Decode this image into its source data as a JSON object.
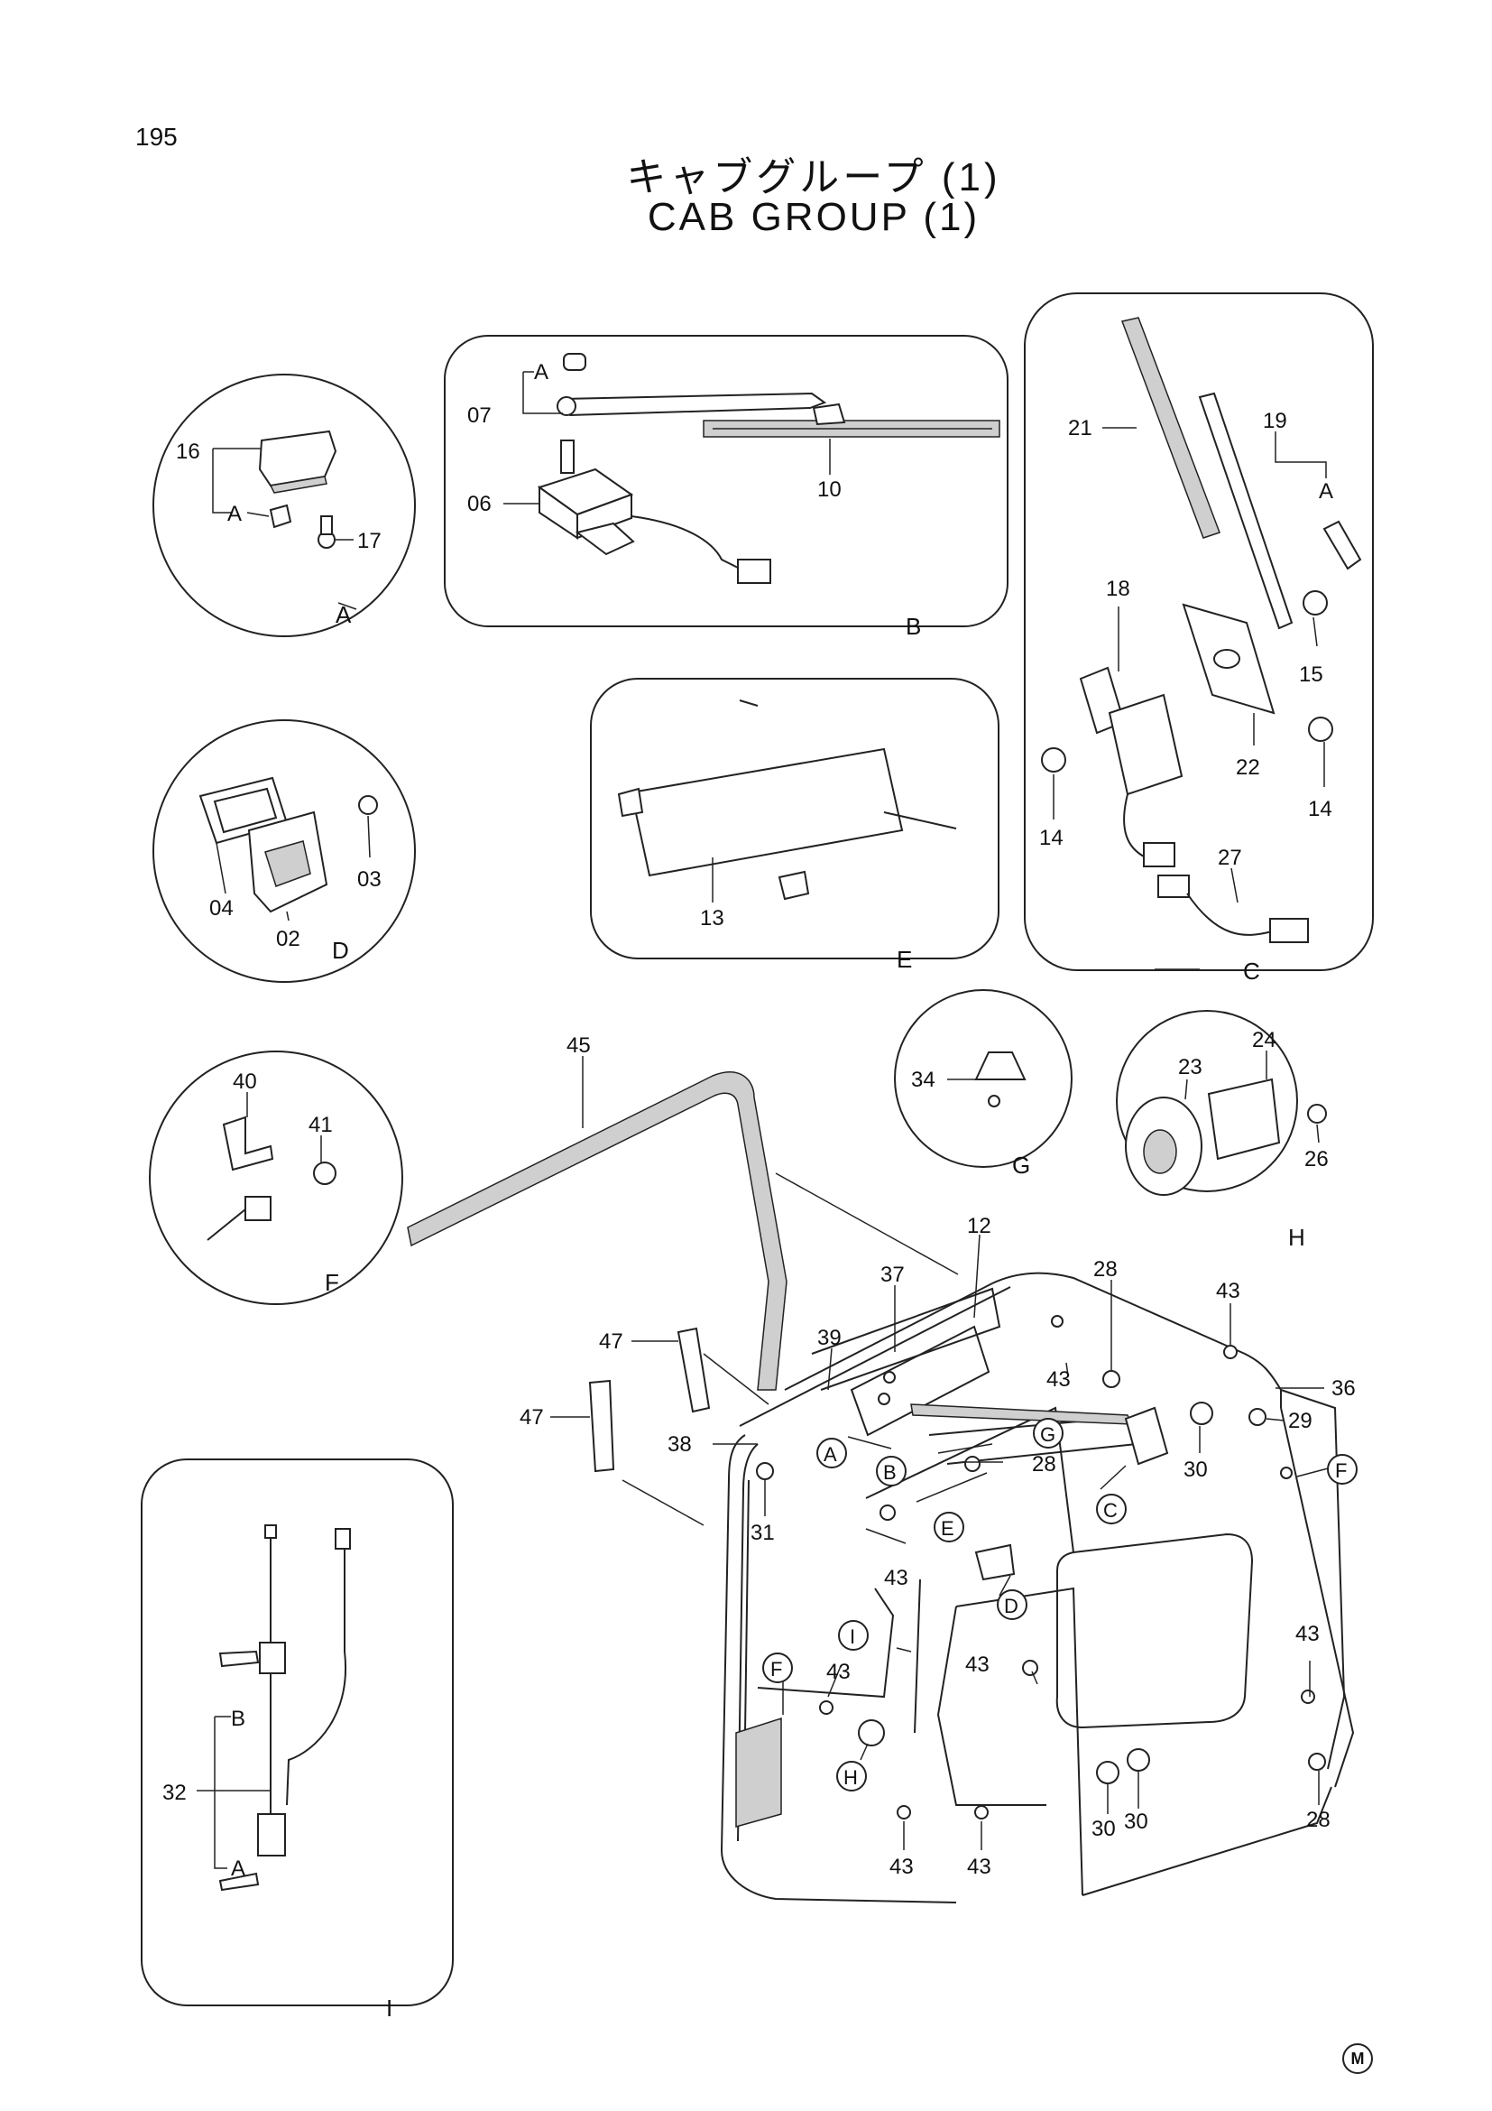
{
  "page_number": "195",
  "title_jp": "キャブグループ (1)",
  "title_en": "CAB GROUP (1)",
  "maker_mark": "M",
  "detail_labels": {
    "A": "A",
    "B": "B",
    "C": "C",
    "D": "D",
    "E": "E",
    "F": "F",
    "G": "G",
    "H": "H",
    "I": "I"
  },
  "callouts": {
    "p02": "02",
    "p03": "03",
    "p04": "04",
    "p06": "06",
    "p07": "07",
    "p10": "10",
    "p12": "12",
    "p13": "13",
    "p14": "14",
    "p15": "15",
    "p16": "16",
    "p17": "17",
    "p18": "18",
    "p19": "19",
    "p21": "21",
    "p22": "22",
    "p23": "23",
    "p24": "24",
    "p26": "26",
    "p27": "27",
    "p28": "28",
    "p29": "29",
    "p30": "30",
    "p31": "31",
    "p32": "32",
    "p34": "34",
    "p36": "36",
    "p37": "37",
    "p38": "38",
    "p39": "39",
    "p40": "40",
    "p41": "41",
    "p43": "43",
    "p45": "45",
    "p47": "47"
  },
  "sub_refs": {
    "A": "A",
    "B": "B"
  }
}
